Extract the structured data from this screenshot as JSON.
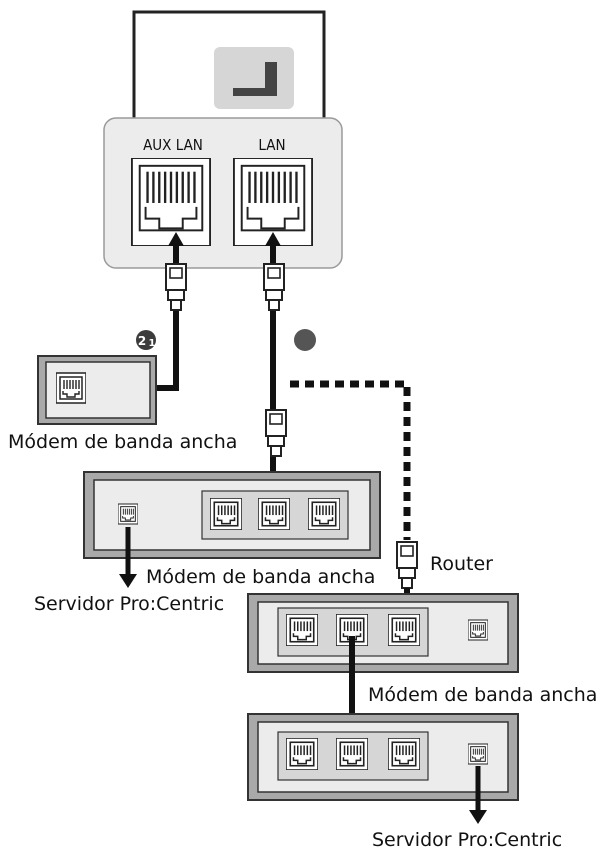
{
  "tv_panel": {
    "port_aux_label": "AUX LAN",
    "port_lan_label": "LAN"
  },
  "badges": {
    "aux_number": "2",
    "aux_subscript": "1"
  },
  "labels": {
    "modem_top": "Módem de banda ancha",
    "modem_middle": "Módem de banda ancha",
    "server_left": "Servidor Pro:Centric",
    "router": "Router",
    "modem_bottom": "Módem de banda ancha",
    "server_bottom": "Servidor Pro:Centric"
  },
  "colors": {
    "panel_fill": "#ececec",
    "panel_border": "#8c8c8c",
    "device_outer": "#a9a9a9",
    "device_inner": "#ececec",
    "cable": "#111111",
    "badge_fill": "#3c3c3c",
    "tv_bracket": "#444444"
  }
}
